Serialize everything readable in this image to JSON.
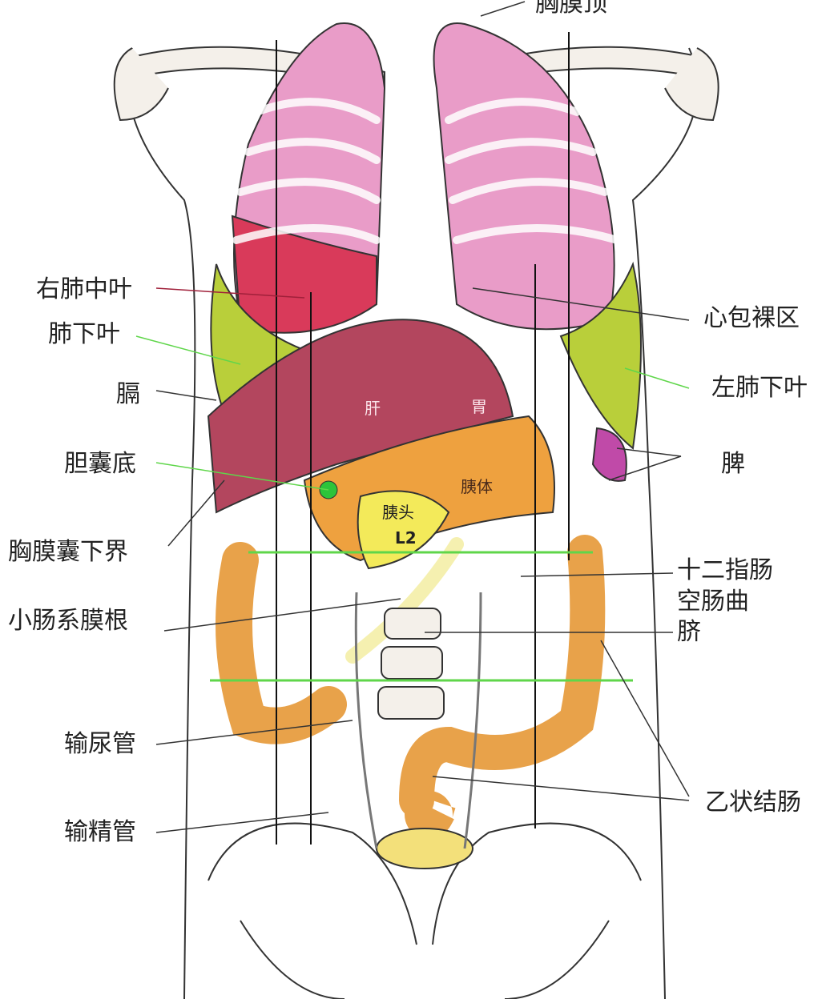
{
  "labels_left": [
    {
      "id": "right-lung-middle-lobe",
      "text": "右肺中叶"
    },
    {
      "id": "lung-lower-lobe",
      "text": "肺下叶"
    },
    {
      "id": "diaphragm",
      "text": "膈"
    },
    {
      "id": "gallbladder-fundus",
      "text": "胆囊底"
    },
    {
      "id": "pleural-sac-lower-border",
      "text": "胸膜囊下界"
    },
    {
      "id": "mesentery-root",
      "text": "小肠系膜根"
    },
    {
      "id": "ureter",
      "text": "输尿管"
    },
    {
      "id": "vas-deferens",
      "text": "输精管"
    }
  ],
  "labels_right": [
    {
      "id": "cupula-of-pleura",
      "text": "胸膜顶"
    },
    {
      "id": "bare-area-of-pericardium",
      "text": "心包裸区"
    },
    {
      "id": "left-lung-lower-lobe",
      "text": "左肺下叶"
    },
    {
      "id": "spleen",
      "text": "脾"
    },
    {
      "id": "duodenojejunal-flexure-1",
      "text": "十二指肠"
    },
    {
      "id": "duodenojejunal-flexure-2",
      "text": "空肠曲"
    },
    {
      "id": "umbilicus",
      "text": "脐"
    },
    {
      "id": "sigmoid-colon",
      "text": "乙状结肠"
    }
  ],
  "organ_labels": {
    "liver": "肝",
    "stomach": "胃",
    "pancreas_body": "胰体",
    "pancreas_head": "胰头",
    "vertebra": "L2"
  },
  "colors": {
    "lung": "#e99cc8",
    "lung_lower": "#d93a5a",
    "lobe_green": "#b9cf3a",
    "liver": "#b3465e",
    "pancreas": "#eea13f",
    "pancreas_head": "#f3ea5a",
    "colon": "#e8a24a",
    "guide_green": "#5fd64a"
  }
}
